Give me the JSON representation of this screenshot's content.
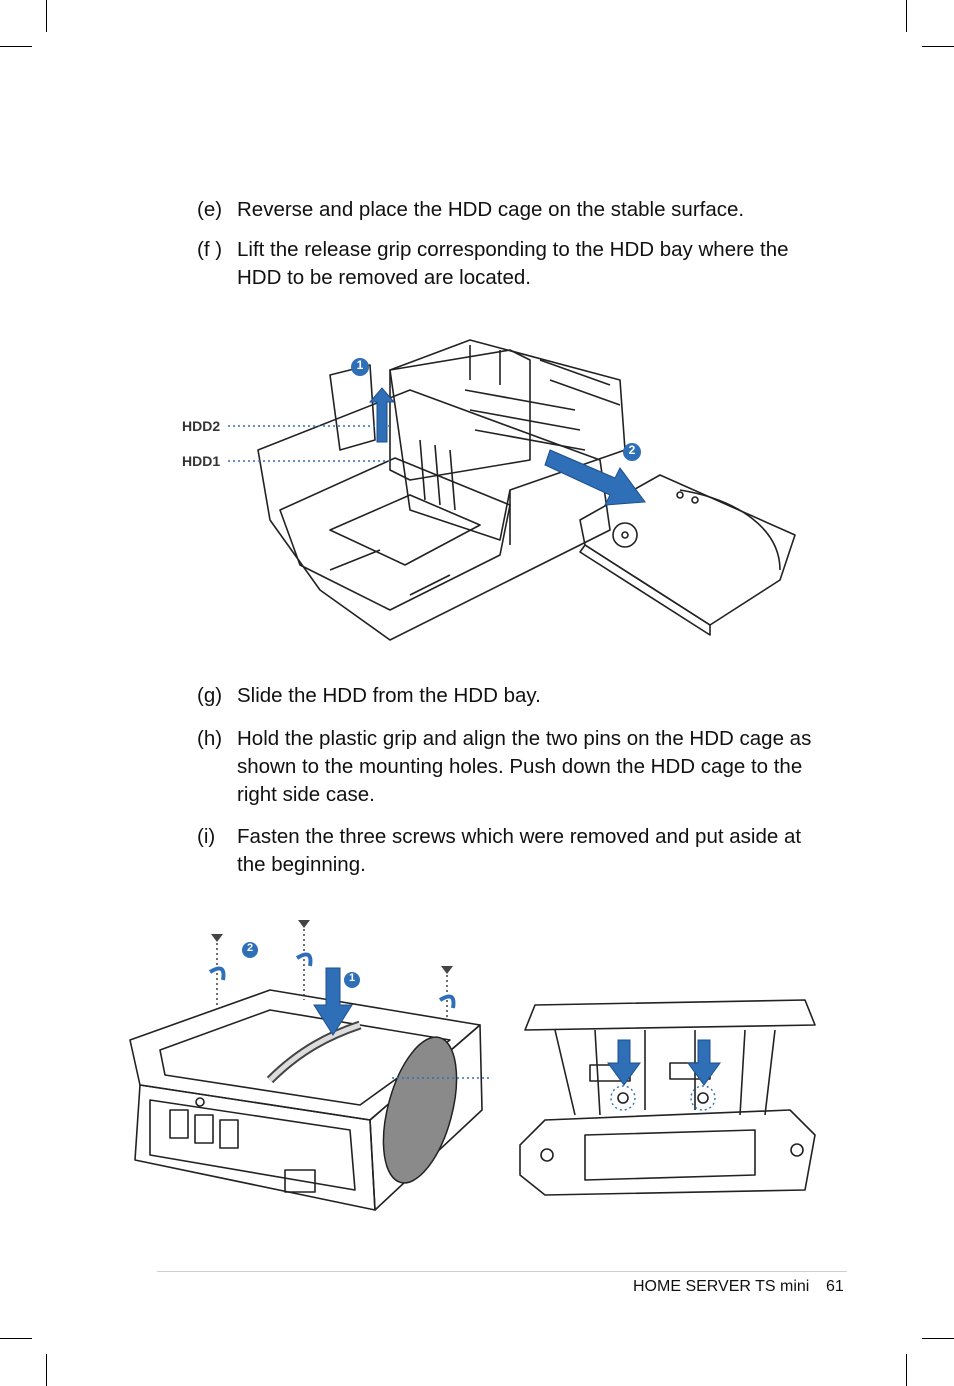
{
  "steps": [
    {
      "label": "(e)",
      "text": "Reverse and place the HDD cage on the stable surface."
    },
    {
      "label": "(f )",
      "text": "Lift the release grip corresponding to the HDD bay where the HDD to be removed are located."
    },
    {
      "label": "(g)",
      "text": "Slide the HDD from the HDD bay."
    },
    {
      "label": "(h)",
      "text": "Hold the plastic grip and align the two pins on the HDD cage as shown to the mounting holes. Push down the HDD cage to the right side case."
    },
    {
      "label": "(i)",
      "text": "Fasten the three screws which were removed and put aside at the beginning."
    }
  ],
  "figure1": {
    "callouts": {
      "hdd2": "HDD2",
      "hdd1": "HDD1"
    },
    "badges": {
      "one": "1",
      "two": "2"
    }
  },
  "figure2": {
    "badges": {
      "one": "1",
      "two": "2"
    }
  },
  "footer": {
    "title": "HOME SERVER TS mini",
    "page": "61"
  },
  "colors": {
    "accent": "#2f6fb7",
    "line": "#222222"
  }
}
